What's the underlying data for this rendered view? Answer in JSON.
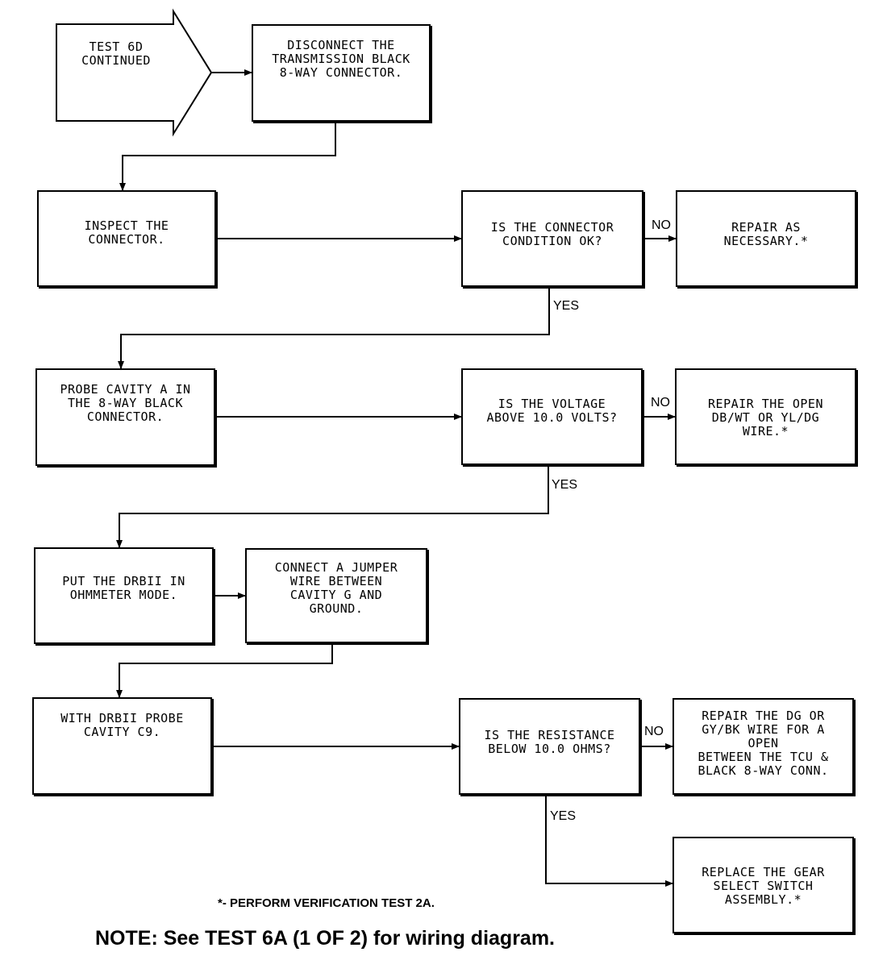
{
  "start": {
    "text": "TEST 6D\nCONTINUED"
  },
  "steps": {
    "disconnect": "DISCONNECT THE\nTRANSMISSION BLACK\n8-WAY CONNECTOR.",
    "inspect": "INSPECT THE\nCONNECTOR.",
    "connector_ok": "IS THE CONNECTOR\nCONDITION OK?",
    "repair_necessary": "REPAIR AS\nNECESSARY.*",
    "probe_a": "PROBE CAVITY A IN\nTHE 8-WAY BLACK\nCONNECTOR.",
    "voltage_q": "IS THE VOLTAGE\nABOVE 10.0 VOLTS?",
    "repair_open": "REPAIR THE OPEN\nDB/WT OR YL/DG\nWIRE.*",
    "ohmmeter": "PUT THE DRBII IN\nOHMMETER MODE.",
    "jumper": "CONNECT A JUMPER\nWIRE BETWEEN\nCAVITY G AND\nGROUND.",
    "probe_c9": "WITH DRBII PROBE\nCAVITY C9.",
    "resistance_q": "IS THE RESISTANCE\nBELOW 10.0 OHMS?",
    "repair_dg": "REPAIR THE DG OR\nGY/BK WIRE FOR A\nOPEN\nBETWEEN THE TCU &\nBLACK 8-WAY CONN.",
    "replace_switch": "REPLACE THE GEAR\nSELECT SWITCH\nASSEMBLY.*"
  },
  "labels": {
    "no1": "NO",
    "yes1": "YES",
    "no2": "NO",
    "yes2": "YES",
    "no3": "NO",
    "yes3": "YES"
  },
  "footnote": "*- PERFORM VERIFICATION TEST 2A.",
  "note": "NOTE: See TEST 6A (1 OF 2) for wiring diagram."
}
